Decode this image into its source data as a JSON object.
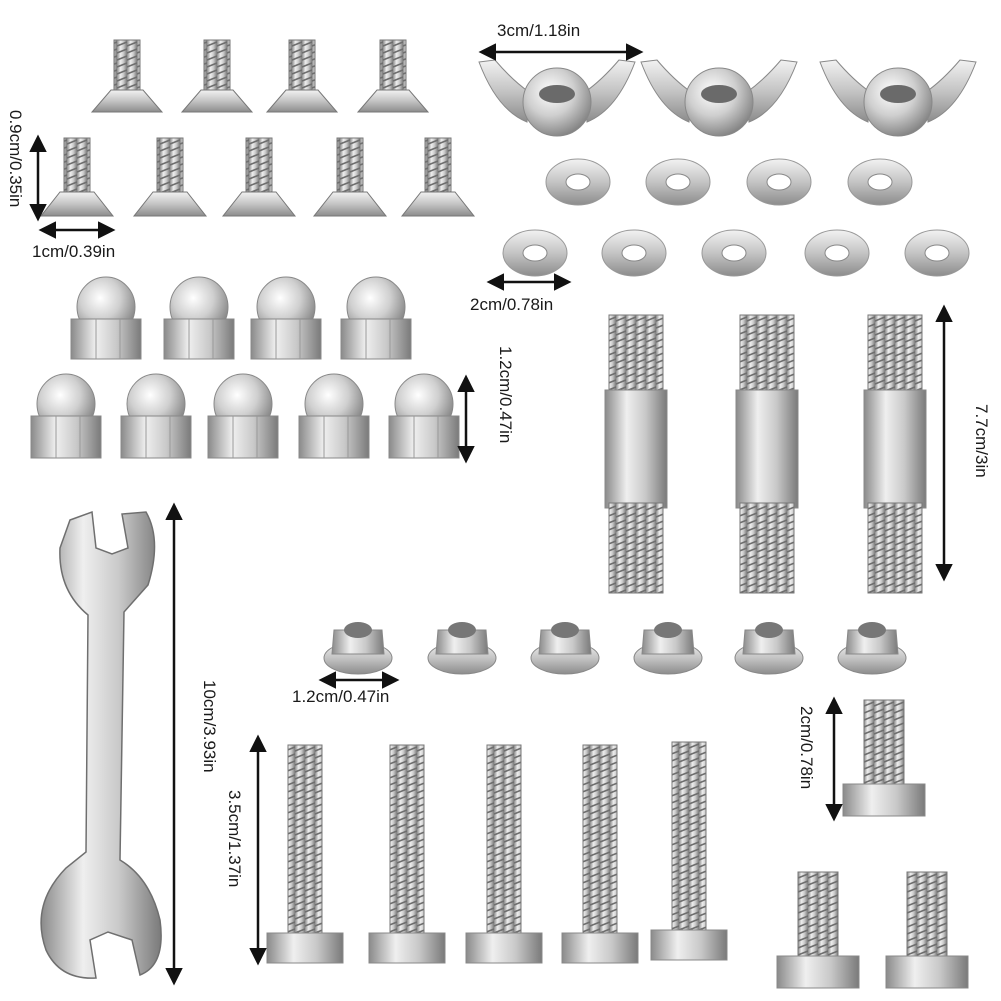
{
  "colors": {
    "background": "#ffffff",
    "steel_light": "#e4e4e4",
    "steel_mid": "#b5b5b5",
    "steel_dark": "#7e7e7e",
    "arrow": "#111111"
  },
  "labels": {
    "wing_nut_width": "3cm/1.18in",
    "flat_screw_height": "0.9cm/0.35in",
    "flat_screw_width": "1cm/0.39in",
    "washer_width": "2cm/0.78in",
    "cap_nut_height": "1.2cm/0.47in",
    "stud_length": "7.7cm/3in",
    "wrench_length": "10cm/3.93in",
    "flange_nut_width": "1.2cm/0.47in",
    "short_bolt_length": "2cm/0.78in",
    "long_bolt_length": "3.5cm/1.37in"
  }
}
